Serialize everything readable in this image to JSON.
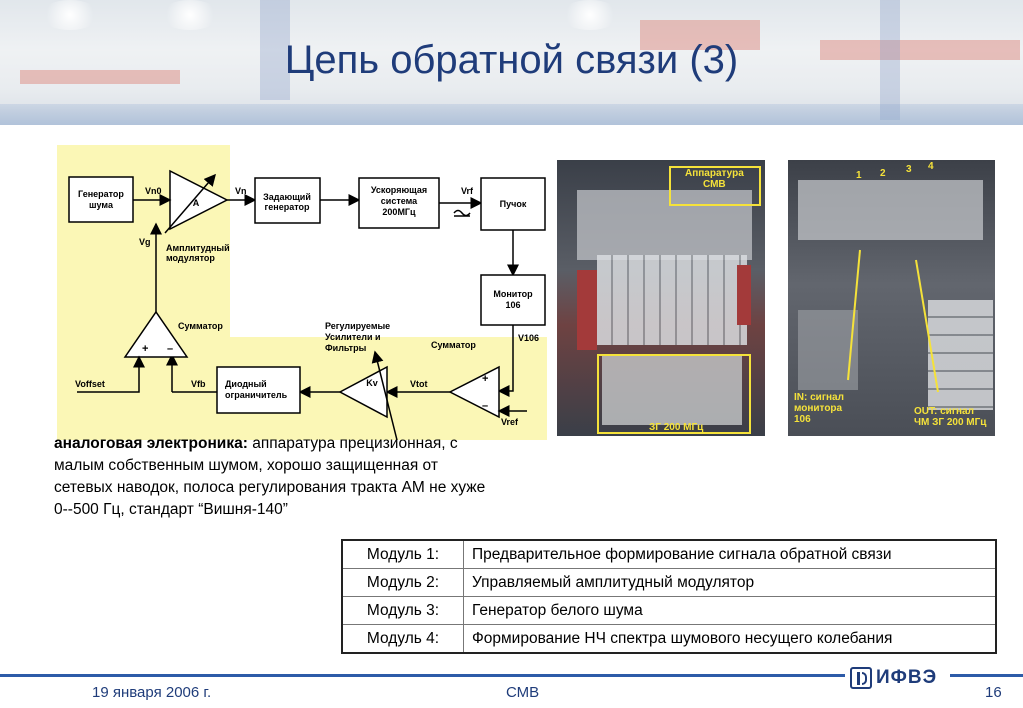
{
  "slide": {
    "title": "Цепь обратной связи (3)"
  },
  "diagram": {
    "noise_gen": "Генератор",
    "noise_gen2": "шума",
    "vn0": "Vn0",
    "amp_a": "A",
    "vn": "Vn",
    "master_gen": "Задающий",
    "master_gen2": "генератор",
    "accel": "Ускоряющая",
    "accel2": "система",
    "accel3": "200МГц",
    "vrf": "Vrf",
    "beam": "Пучок",
    "vg": "Vg",
    "amp_mod": "Амплитудный",
    "amp_mod2": "модулятор",
    "monitor": "Монитор",
    "monitor2": "106",
    "summator_left": "Сумматор",
    "reg_amp": "Регулируемые",
    "reg_amp2": "Усилители и",
    "reg_amp3": "Фильтры",
    "summator_right": "Сумматор",
    "v106": "V106",
    "plus_left": "+",
    "minus_left": "–",
    "voffset": "Voffset",
    "vfb": "Vfb",
    "diode": "Диодный",
    "diode2": "ограничитель",
    "kv": "Kv",
    "vtot": "Vtot",
    "plus_right": "+",
    "minus_right": "–",
    "vref": "Vref"
  },
  "photo1": {
    "label_top": "Аппаратура",
    "label_top2": "СМВ",
    "label_bottom": "ЗГ 200 МГц"
  },
  "photo2": {
    "n1": "1",
    "n2": "2",
    "n3": "3",
    "n4": "4",
    "in_label": "IN: сигнал",
    "in_label2": "монитора",
    "in_label3": "106",
    "out_label": "OUT: сигнал",
    "out_label2": "ЧМ ЗГ 200 МГц"
  },
  "description": {
    "bold": "аналоговая электроника:",
    "text": " аппаратура прецизионная, с малым собственным шумом, хорошо защищенная от сетевых наводок, полоса регулирования тракта АМ не хуже 0--500 Гц, стандарт “Вишня-140”"
  },
  "modules": [
    {
      "name": "Модуль 1:",
      "desc": "Предварительное формирование сигнала обратной связи"
    },
    {
      "name": "Модуль 2:",
      "desc": "Управляемый амплитудный модулятор"
    },
    {
      "name": "Модуль 3:",
      "desc": "Генератор белого шума"
    },
    {
      "name": "Модуль 4:",
      "desc": "Формирование НЧ спектра шумового несущего колебания"
    }
  ],
  "footer": {
    "date": "19 января 2006 г.",
    "center": "СМВ",
    "page": "16",
    "logo": "ИФВЭ"
  },
  "colors": {
    "title": "#1f3c7a",
    "highlight": "#fbf7b6",
    "photo_label": "#f5e23a"
  }
}
